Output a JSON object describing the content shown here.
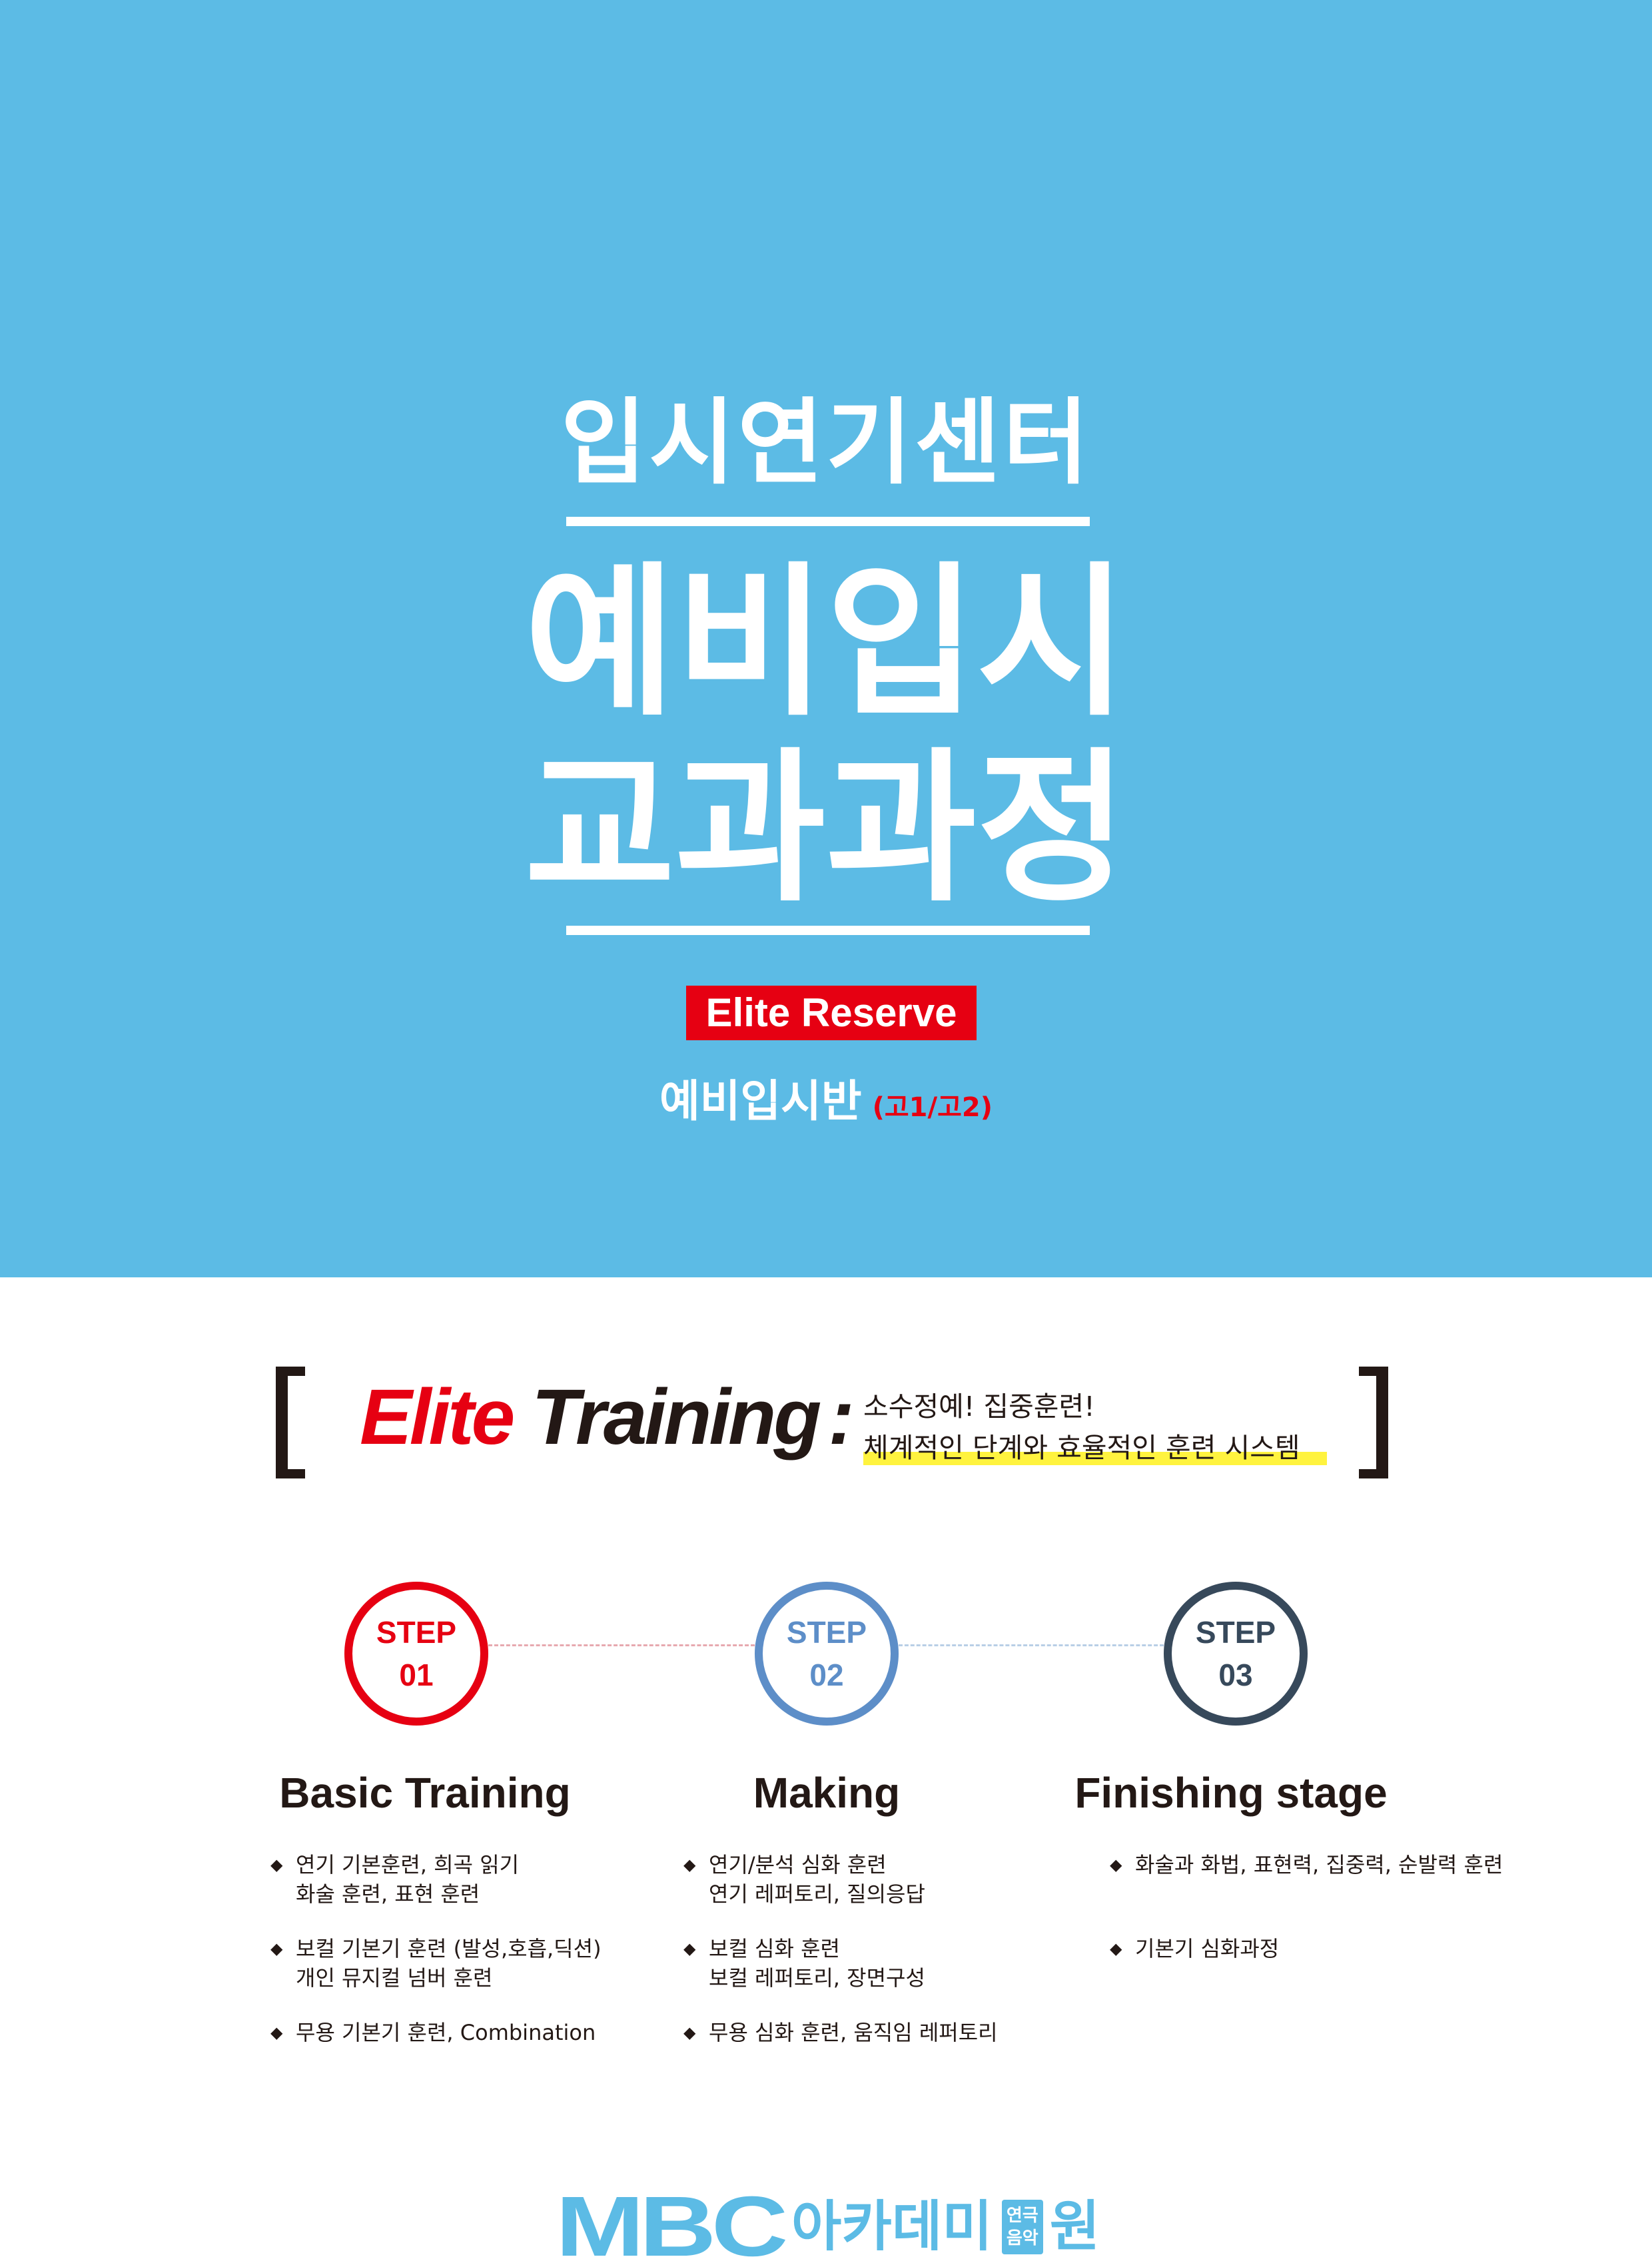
{
  "hero": {
    "subtitle": "입시연기센터",
    "title_line1": "예비입시",
    "title_line2": "교과과정",
    "badge": "Elite Reserve",
    "class_name": "예비입시반",
    "class_grade": "(고1/고2)"
  },
  "training": {
    "word_elite": "Elite",
    "word_training": "Training",
    "colon": ":",
    "tagline_line1": "소수정예! 집중훈련!",
    "tagline_line2": "체계적인 단계와 효율적인 훈련 시스템"
  },
  "steps": [
    {
      "label": "STEP",
      "number": "01",
      "title": "Basic Training",
      "items": [
        [
          "연기 기본훈련, 희곡 읽기",
          "화술 훈련, 표현 훈련"
        ],
        [
          "보컬 기본기 훈련 (발성,호흡,딕션)",
          "개인 뮤지컬 넘버 훈련"
        ],
        [
          "무용 기본기 훈련, Combination"
        ]
      ]
    },
    {
      "label": "STEP",
      "number": "02",
      "title": "Making",
      "items": [
        [
          "연기/분석 심화 훈련",
          "연기 레퍼토리, 질의응답"
        ],
        [
          "보컬 심화 훈련",
          "보컬 레퍼토리, 장면구성"
        ],
        [
          "무용 심화 훈련, 움직임 레퍼토리"
        ]
      ]
    },
    {
      "label": "STEP",
      "number": "03",
      "title": "Finishing stage",
      "items": [
        [
          "화술과 화법, 표현력, 집중력, 순발력 훈련"
        ],
        [
          "기본기 심화과정"
        ]
      ]
    }
  ],
  "bullet_glyph": "◆",
  "logo": {
    "brand": "MBC",
    "academy": "아카데미",
    "sub_top": "연극",
    "sub_bottom": "음악",
    "suffix": "원"
  },
  "colors": {
    "hero_blue": "#5cbbe5",
    "accent_red": "#e60012",
    "step2_blue": "#5d8ec8",
    "step3_navy": "#37495b",
    "highlight_yellow": "#fff33f"
  }
}
